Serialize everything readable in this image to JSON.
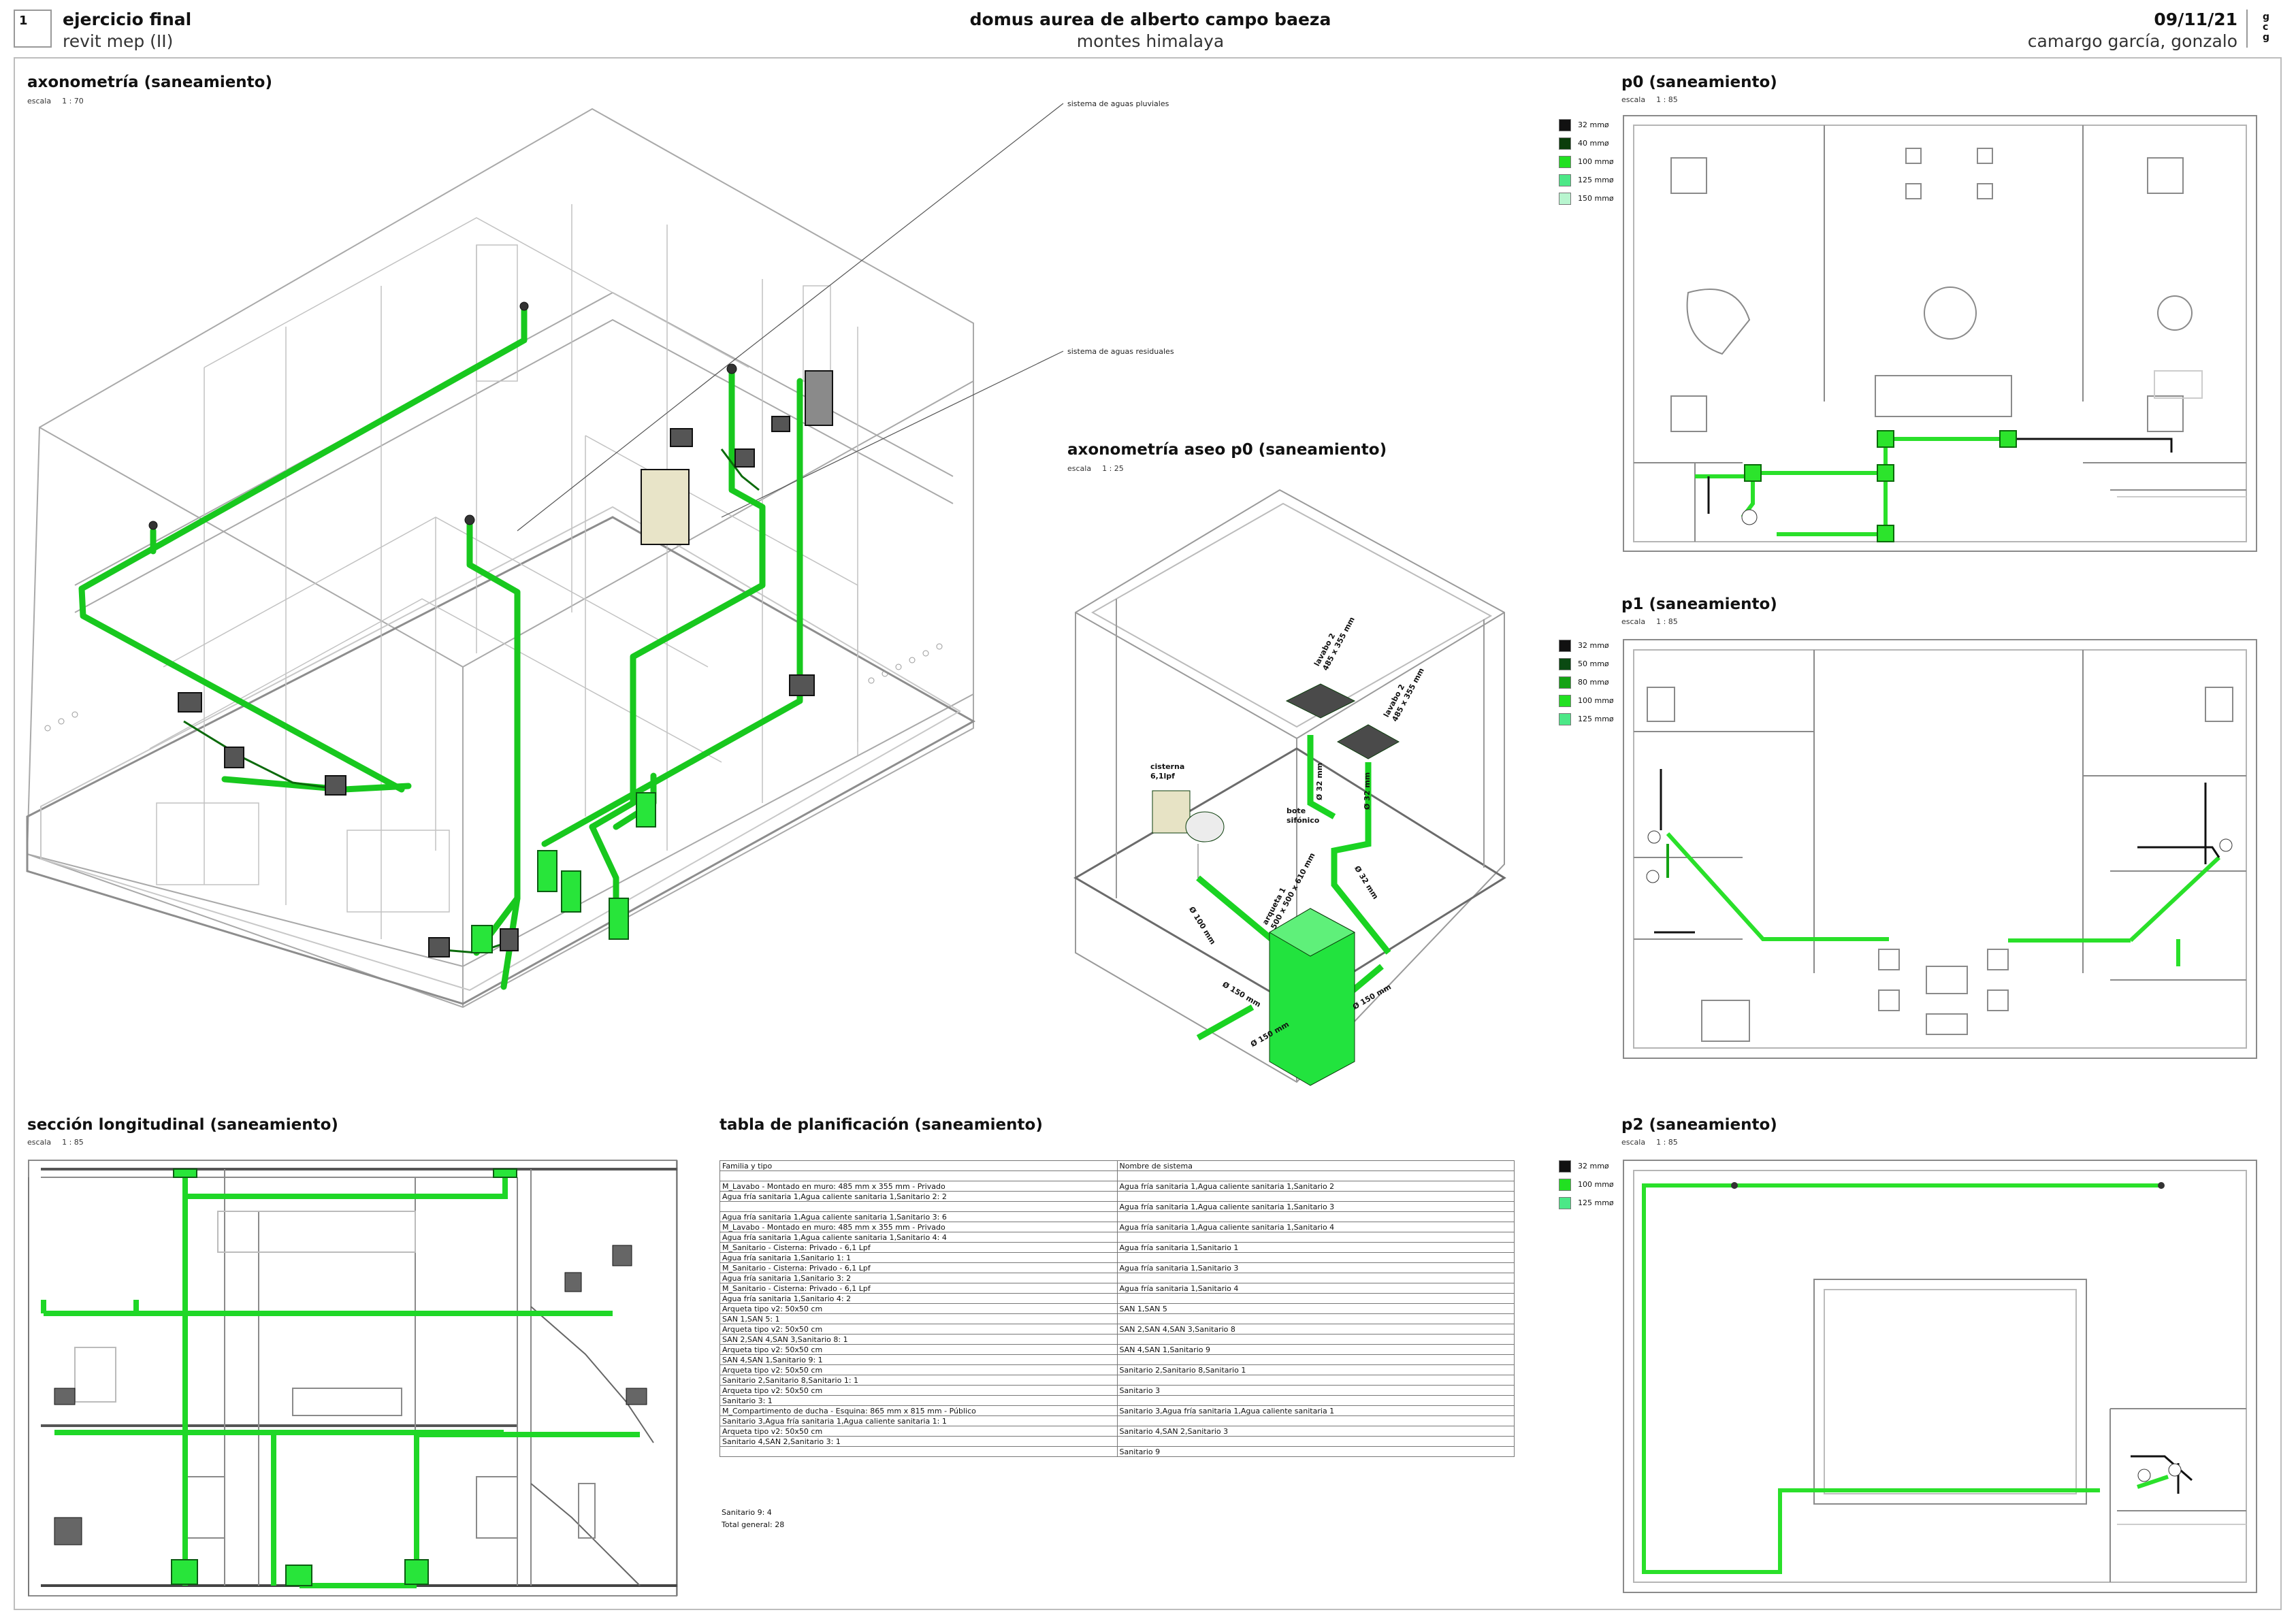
{
  "header": {
    "sheet_number": "1",
    "left_title": "ejercicio final",
    "left_subtitle": "revit mep (II)",
    "center_title": "domus aurea de alberto campo baeza",
    "center_subtitle": "montes himalaya",
    "date": "09/11/21",
    "author": "camargo garcía, gonzalo",
    "logo_text": "gcg"
  },
  "views": {
    "axo_main": {
      "title": "axonometría (saneamiento)",
      "scale_label": "escala",
      "scale": "1 : 70",
      "note_pluvial": "sistema de aguas pluviales",
      "note_residual": "sistema de aguas residuales"
    },
    "axo_aseo": {
      "title": "axonometría aseo p0 (saneamiento)",
      "scale_label": "escala",
      "scale": "1 : 25",
      "labels": {
        "lavabo2a": "lavabo 2",
        "lavabo2a_dim": "485 x 355 mm",
        "lavabo2b": "lavabo 2",
        "lavabo2b_dim": "485 x 355 mm",
        "cisterna": "cisterna",
        "cisterna_cap": "6,1lpf",
        "bote": "bote",
        "bote2": "sifónico",
        "arqueta": "arqueta 1",
        "arqueta_dim": "500 x 500 x 610 mm",
        "d32a": "Ø 32 mm",
        "d32b": "Ø 32 mm",
        "d32c": "Ø 32 mm",
        "d100": "Ø 100 mm",
        "d150a": "Ø 150 mm",
        "d150b": "Ø 150 mm",
        "d150c": "Ø 150 mm"
      }
    },
    "p0": {
      "title": "p0 (saneamiento)",
      "scale_label": "escala",
      "scale": "1 : 85",
      "legend": [
        {
          "label": "32 mmø",
          "color": "#111111"
        },
        {
          "label": "40 mmø",
          "color": "#0b3d0b"
        },
        {
          "label": "100 mmø",
          "color": "#21e021"
        },
        {
          "label": "125 mmø",
          "color": "#4ce887"
        },
        {
          "label": "150 mmø",
          "color": "#b8f5cf"
        }
      ]
    },
    "p1": {
      "title": "p1 (saneamiento)",
      "scale_label": "escala",
      "scale": "1 : 85",
      "legend": [
        {
          "label": "32 mmø",
          "color": "#111111"
        },
        {
          "label": "50 mmø",
          "color": "#0a4a12"
        },
        {
          "label": "80 mmø",
          "color": "#14a314"
        },
        {
          "label": "100 mmø",
          "color": "#21e021"
        },
        {
          "label": "125 mmø",
          "color": "#4ce887"
        }
      ]
    },
    "p2": {
      "title": "p2 (saneamiento)",
      "scale_label": "escala",
      "scale": "1 : 85",
      "legend": [
        {
          "label": "32 mmø",
          "color": "#111111"
        },
        {
          "label": "100 mmø",
          "color": "#21e021"
        },
        {
          "label": "125 mmø",
          "color": "#4ce887"
        }
      ]
    },
    "section": {
      "title": "sección longitudinal (saneamiento)",
      "scale_label": "escala",
      "scale": "1 : 85"
    },
    "schedule": {
      "title": "tabla de planificación (saneamiento)"
    }
  },
  "schedule": {
    "columns": [
      "Familia y tipo",
      "Nombre de sistema"
    ],
    "rows": [
      [
        "",
        ""
      ],
      [
        "M_Lavabo - Montado en muro: 485 mm x 355 mm - Privado",
        "Agua fría sanitaria 1,Agua caliente sanitaria 1,Sanitario 2"
      ],
      [
        "Agua fría sanitaria 1,Agua caliente sanitaria 1,Sanitario 2: 2",
        ""
      ],
      [
        "",
        "Agua fría sanitaria 1,Agua caliente sanitaria 1,Sanitario 3"
      ],
      [
        "Agua fría sanitaria 1,Agua caliente sanitaria 1,Sanitario 3: 6",
        ""
      ],
      [
        "M_Lavabo - Montado en muro: 485 mm x 355 mm - Privado",
        "Agua fría sanitaria 1,Agua caliente sanitaria 1,Sanitario 4"
      ],
      [
        "Agua fría sanitaria 1,Agua caliente sanitaria 1,Sanitario 4: 4",
        ""
      ],
      [
        "M_Sanitario - Cisterna: Privado - 6,1 Lpf",
        "Agua fría sanitaria 1,Sanitario 1"
      ],
      [
        "Agua fría sanitaria 1,Sanitario 1: 1",
        ""
      ],
      [
        "M_Sanitario - Cisterna: Privado - 6,1 Lpf",
        "Agua fría sanitaria 1,Sanitario 3"
      ],
      [
        "Agua fría sanitaria 1,Sanitario 3: 2",
        ""
      ],
      [
        "M_Sanitario - Cisterna: Privado - 6,1 Lpf",
        "Agua fría sanitaria 1,Sanitario 4"
      ],
      [
        "Agua fría sanitaria 1,Sanitario 4: 2",
        ""
      ],
      [
        "Arqueta tipo v2: 50x50 cm",
        "SAN 1,SAN 5"
      ],
      [
        "SAN 1,SAN 5: 1",
        ""
      ],
      [
        "Arqueta tipo v2: 50x50 cm",
        "SAN 2,SAN 4,SAN 3,Sanitario 8"
      ],
      [
        "SAN 2,SAN 4,SAN 3,Sanitario 8: 1",
        ""
      ],
      [
        "Arqueta tipo v2: 50x50 cm",
        "SAN 4,SAN 1,Sanitario 9"
      ],
      [
        "SAN 4,SAN 1,Sanitario 9: 1",
        ""
      ],
      [
        "Arqueta tipo v2: 50x50 cm",
        "Sanitario 2,Sanitario 8,Sanitario 1"
      ],
      [
        "Sanitario 2,Sanitario 8,Sanitario 1: 1",
        ""
      ],
      [
        "Arqueta tipo v2: 50x50 cm",
        "Sanitario 3"
      ],
      [
        "Sanitario 3: 1",
        ""
      ],
      [
        "M_Compartimento de ducha - Esquina: 865 mm x 815 mm - Público",
        "Sanitario 3,Agua fría sanitaria 1,Agua caliente sanitaria 1"
      ],
      [
        "Sanitario 3,Agua fría sanitaria 1,Agua caliente sanitaria 1: 1",
        ""
      ],
      [
        "Arqueta tipo v2: 50x50 cm",
        "Sanitario 4,SAN 2,Sanitario 3"
      ],
      [
        "Sanitario 4,SAN 2,Sanitario 3: 1",
        ""
      ],
      [
        "",
        "Sanitario 9"
      ]
    ],
    "footer1": "Sanitario 9: 4",
    "footer2": "Total general: 28"
  },
  "colors": {
    "pipe": "#21e021",
    "pipe_dark": "#0b8a0b",
    "frame": "#bdbdbd",
    "line": "#9a9a9a"
  }
}
